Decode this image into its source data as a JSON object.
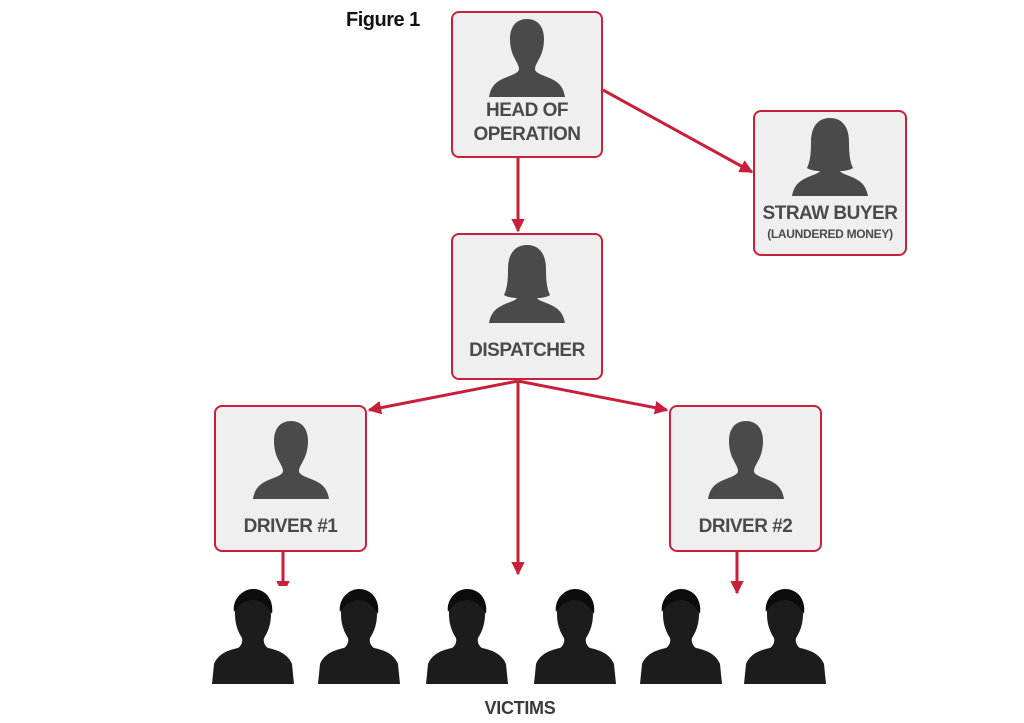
{
  "caption": "Figure 1",
  "colors": {
    "accent": "#c8203a",
    "node_fill": "#efefef",
    "silhouette": "#4a4a4a",
    "label": "#4a4a4a"
  },
  "nodes": {
    "head": {
      "label_line1": "HEAD OF",
      "label_line2": "OPERATION",
      "icon": "male-silhouette-icon"
    },
    "straw_buyer": {
      "label": "STRAW BUYER",
      "sublabel": "(LAUNDERED MONEY)",
      "icon": "female-silhouette-icon"
    },
    "dispatcher": {
      "label": "DISPATCHER",
      "icon": "female-silhouette-icon"
    },
    "driver1": {
      "label": "DRIVER #1",
      "icon": "male-silhouette-icon"
    },
    "driver2": {
      "label": "DRIVER #2",
      "icon": "male-silhouette-icon"
    }
  },
  "edges": [
    {
      "from": "HEAD OF OPERATION",
      "to": "STRAW BUYER"
    },
    {
      "from": "HEAD OF OPERATION",
      "to": "DISPATCHER"
    },
    {
      "from": "DISPATCHER",
      "to": "DRIVER #1"
    },
    {
      "from": "DISPATCHER",
      "to": "DRIVER #2"
    },
    {
      "from": "DISPATCHER",
      "to": "VICTIMS"
    },
    {
      "from": "DRIVER #1",
      "to": "VICTIMS"
    },
    {
      "from": "DRIVER #2",
      "to": "VICTIMS"
    }
  ],
  "victims": {
    "label": "VICTIMS",
    "count": 6,
    "icon": "victim-photo-silhouette"
  }
}
